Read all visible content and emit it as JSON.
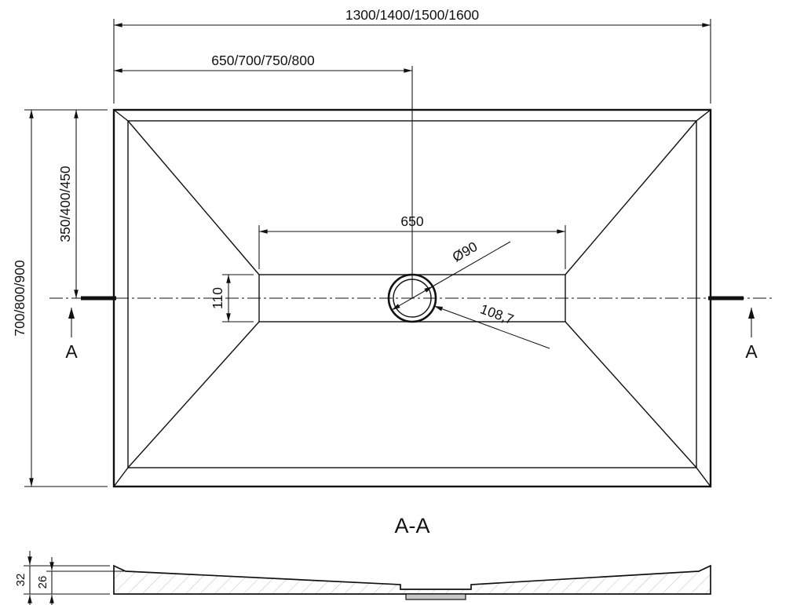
{
  "top_view": {
    "dim_overall_width": "1300/1400/1500/1600",
    "dim_center_width": "650/700/750/800",
    "dim_overall_depth": "700/800/900",
    "dim_center_depth": "350/400/450",
    "dim_channel_width": "650",
    "dim_channel_depth": "110",
    "dim_drain_diameter": "Ø90",
    "dim_drain_offset": "108,7",
    "section_label_left": "A",
    "section_label_right": "A"
  },
  "section_view": {
    "title": "A-A",
    "dim_total_height": "32",
    "dim_base_height": "26"
  },
  "colors": {
    "line": "#111111",
    "background": "#ffffff",
    "hatch": "#bdbdbd",
    "drain_fill": "#c8c8c8"
  }
}
